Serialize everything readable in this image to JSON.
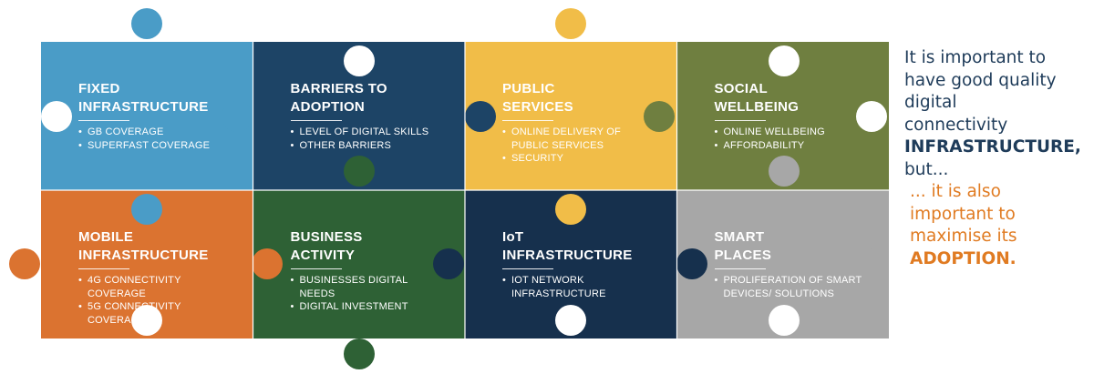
{
  "pieces": [
    {
      "id": "fixed-infrastructure",
      "color": "#4a9cc7",
      "title_lines": [
        "FIXED",
        "INFRASTRUCTURE"
      ],
      "items": [
        "GB COVERAGE",
        "SUPERFAST COVERAGE"
      ]
    },
    {
      "id": "barriers-to-adoption",
      "color": "#1d4466",
      "title_lines": [
        "BARRIERS TO",
        "ADOPTION"
      ],
      "items": [
        "LEVEL OF DIGITAL SKILLS",
        "OTHER BARRIERS"
      ]
    },
    {
      "id": "public-services",
      "color": "#f1bd48",
      "title_lines": [
        "PUBLIC",
        "SERVICES"
      ],
      "items": [
        "ONLINE DELIVERY OF PUBLIC SERVICES",
        "SECURITY"
      ]
    },
    {
      "id": "social-wellbeing",
      "color": "#6f7f40",
      "title_lines": [
        "SOCIAL",
        "WELLBEING"
      ],
      "items": [
        "ONLINE WELLBEING",
        "AFFORDABILITY"
      ]
    },
    {
      "id": "mobile-infrastructure",
      "color": "#db7330",
      "title_lines": [
        "MOBILE",
        "INFRASTRUCTURE"
      ],
      "items": [
        "4G CONNECTIVITY COVERAGE",
        "5G CONNECTIVITY COVERAGE"
      ]
    },
    {
      "id": "business-activity",
      "color": "#2e6135",
      "title_lines": [
        "BUSINESS",
        "ACTIVITY"
      ],
      "items": [
        "BUSINESSES DIGITAL NEEDS",
        "DIGITAL INVESTMENT"
      ]
    },
    {
      "id": "iot-infrastructure",
      "color": "#16304d",
      "title_lines": [
        "IoT",
        "INFRASTRUCTURE"
      ],
      "items": [
        "IOT NETWORK INFRASTRUCTURE"
      ]
    },
    {
      "id": "smart-places",
      "color": "#a7a7a7",
      "title_lines": [
        "SMART",
        "PLACES"
      ],
      "items": [
        "PROLIFERATION OF SMART DEVICES/ SOLUTIONS"
      ]
    }
  ],
  "message": {
    "line1": "It is important to",
    "line2": "have good quality",
    "line3": "digital",
    "line4": "connectivity",
    "line5_bold": "INFRASTRUCTURE,",
    "line6": "but...",
    "line7": "... it is also",
    "line8": "important to",
    "line9": "maximise its",
    "line10_bold": "ADOPTION.",
    "dark_color": "#1f3c5a",
    "accent_color": "#e07b22"
  }
}
